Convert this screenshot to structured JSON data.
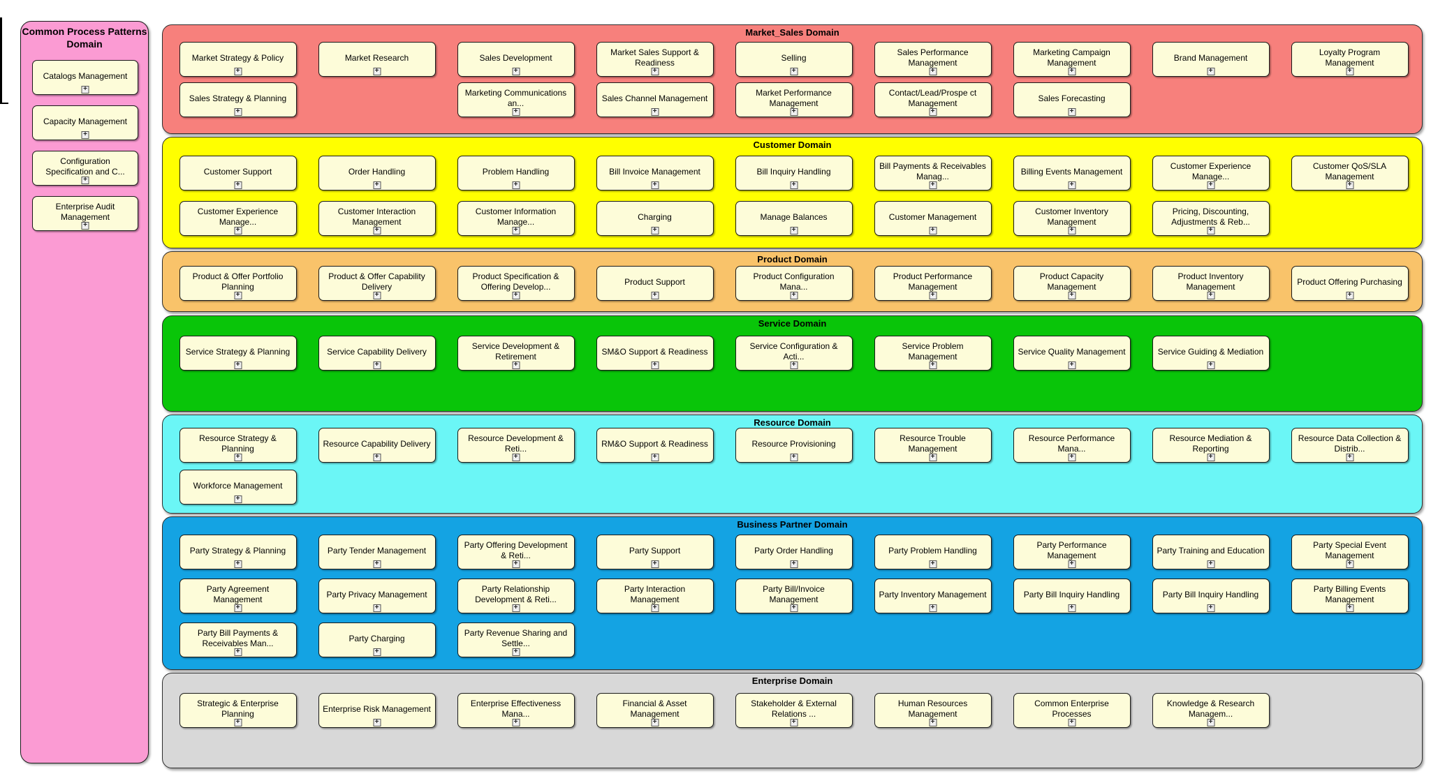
{
  "icons": {
    "expand": "+"
  },
  "colors": {
    "box_fill": "#FDFCD9",
    "sidebar": "#FB9BD3",
    "band_border": "#2d2d2d"
  },
  "sidebar": {
    "title": "Common Process Patterns Domain",
    "color": "#FB9BD3",
    "items": [
      "Catalogs Management",
      "Capacity Management",
      "Configuration Specification and C...",
      "Enterprise Audit Management"
    ]
  },
  "domains": [
    {
      "name": "Market_Sales Domain",
      "color": "#F7807C",
      "rows": [
        [
          "Market Strategy & Policy",
          "Market Research",
          "Sales Development",
          "Market Sales Support & Readiness",
          "Selling",
          "Sales Performance Management",
          "Marketing Campaign Management",
          "Brand Management",
          "Loyalty Program Management"
        ],
        [
          "Sales Strategy & Planning",
          null,
          "Marketing Communications an...",
          "Sales Channel Management",
          "Market Performance Management",
          "Contact/Lead/Prospe ct Management",
          "Sales Forecasting",
          null,
          null
        ]
      ]
    },
    {
      "name": "Customer Domain",
      "color": "#FFFF00",
      "rows": [
        [
          "Customer Support",
          "Order Handling",
          "Problem Handling",
          "Bill Invoice Management",
          "Bill Inquiry Handling",
          "Bill Payments & Receivables Manag...",
          "Billing Events Management",
          "Customer Experience Manage...",
          "Customer QoS/SLA Management"
        ],
        [
          "Customer Experience Manage...",
          "Customer Interaction Management",
          "Customer Information Manage...",
          "Charging",
          "Manage Balances",
          "Customer Management",
          "Customer Inventory Management",
          "Pricing, Discounting, Adjustments & Reb...",
          null
        ]
      ]
    },
    {
      "name": "Product Domain",
      "color": "#F9C36A",
      "rows": [
        [
          "Product & Offer Portfolio Planning",
          "Product & Offer Capability Delivery",
          "Product Specification & Offering Develop...",
          "Product Support",
          "Product Configuration Mana...",
          "Product Performance Management",
          "Product Capacity Management",
          "Product Inventory Management",
          "Product Offering Purchasing"
        ]
      ]
    },
    {
      "name": "Service Domain",
      "color": "#09C509",
      "rows": [
        [
          "Service Strategy & Planning",
          "Service Capability Delivery",
          "Service Development & Retirement",
          "SM&O Support & Readiness",
          "Service Configuration & Acti...",
          "Service Problem Management",
          "Service Quality Management",
          "Service Guiding & Mediation",
          null
        ]
      ]
    },
    {
      "name": "Resource Domain",
      "color": "#6BF6F6",
      "rows": [
        [
          "Resource Strategy & Planning",
          "Resource Capability Delivery",
          "Resource Development & Reti...",
          "RM&O Support & Readiness",
          "Resource Provisioning",
          "Resource Trouble Management",
          "Resource Performance Mana...",
          "Resource Mediation & Reporting",
          "Resource Data Collection & Distrib..."
        ],
        [
          "Workforce Management",
          null,
          null,
          null,
          null,
          null,
          null,
          null,
          null
        ]
      ]
    },
    {
      "name": "Business Partner Domain",
      "color": "#14A3E3",
      "rows": [
        [
          "Party Strategy & Planning",
          "Party Tender Management",
          "Party Offering Development & Reti...",
          "Party Support",
          "Party Order Handling",
          "Party Problem Handling",
          "Party Performance Management",
          "Party Training and Education",
          "Party Special Event Management"
        ],
        [
          "Party Agreement Management",
          "Party Privacy Management",
          "Party Relationship Development & Reti...",
          "Party Interaction Management",
          "Party Bill/Invoice Management",
          "Party Inventory Management",
          "Party Bill Inquiry Handling",
          "Party Bill Inquiry Handling",
          "Party Billing Events Management"
        ],
        [
          "Party Bill Payments & Receivables Man...",
          "Party Charging",
          "Party Revenue Sharing and Settle...",
          null,
          null,
          null,
          null,
          null,
          null
        ]
      ]
    },
    {
      "name": "Enterprise Domain",
      "color": "#D8D8D8",
      "rows": [
        [
          "Strategic & Enterprise Planning",
          "Enterprise Risk Management",
          "Enterprise Effectiveness Mana...",
          "Financial & Asset Management",
          "Stakeholder & External Relations ...",
          "Human Resources Management",
          "Common Enterprise Processes",
          "Knowledge & Research Managem...",
          null
        ]
      ]
    }
  ]
}
